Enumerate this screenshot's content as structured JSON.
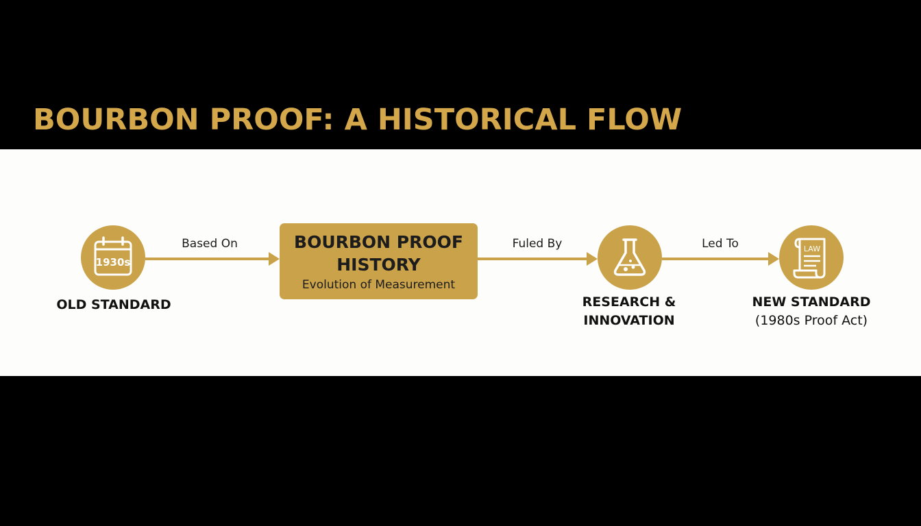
{
  "title": "BOURBON PROOF: A HISTORICAL FLOW",
  "colors": {
    "gold": "#c9a24a",
    "title_gold": "#d4a84a",
    "background": "#000000",
    "band": "#fdfdfb",
    "icon_stroke": "#ffffff"
  },
  "nodes": {
    "old": {
      "icon": "calendar-icon",
      "icon_text": "1930s",
      "label": "OLD STANDARD"
    },
    "hub": {
      "title": "BOURBON PROOF HISTORY",
      "subtitle": "Evolution of Measurement"
    },
    "research": {
      "icon": "flask-icon",
      "label_line1": "RESEARCH &",
      "label_line2": "INNOVATION"
    },
    "new": {
      "icon": "law-scroll-icon",
      "icon_text": "LAW",
      "label_line1": "NEW STANDARD",
      "label_line2": "(1980s Proof Act)"
    }
  },
  "edges": [
    {
      "label": "Based On"
    },
    {
      "label": "Fuled By"
    },
    {
      "label": "Led To"
    }
  ]
}
